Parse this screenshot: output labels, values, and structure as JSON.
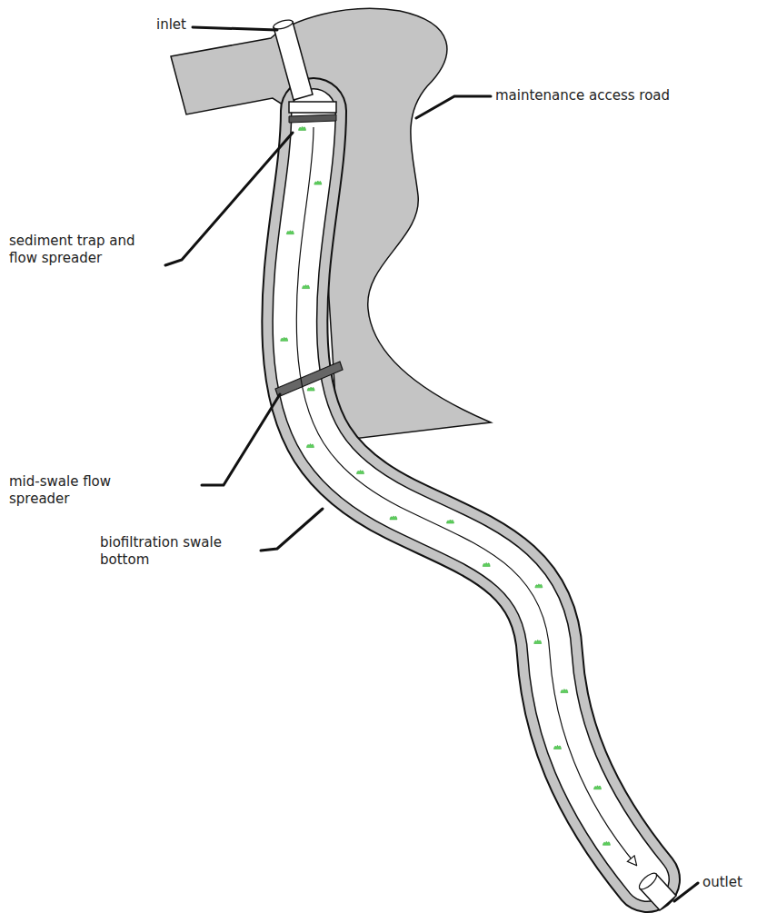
{
  "diagram": {
    "labels": [
      "inlet",
      "maintenance access road",
      "sediment trap and flow spreader",
      "mid-swale flow spreader",
      "biofiltration swale bottom",
      "outlet"
    ]
  }
}
